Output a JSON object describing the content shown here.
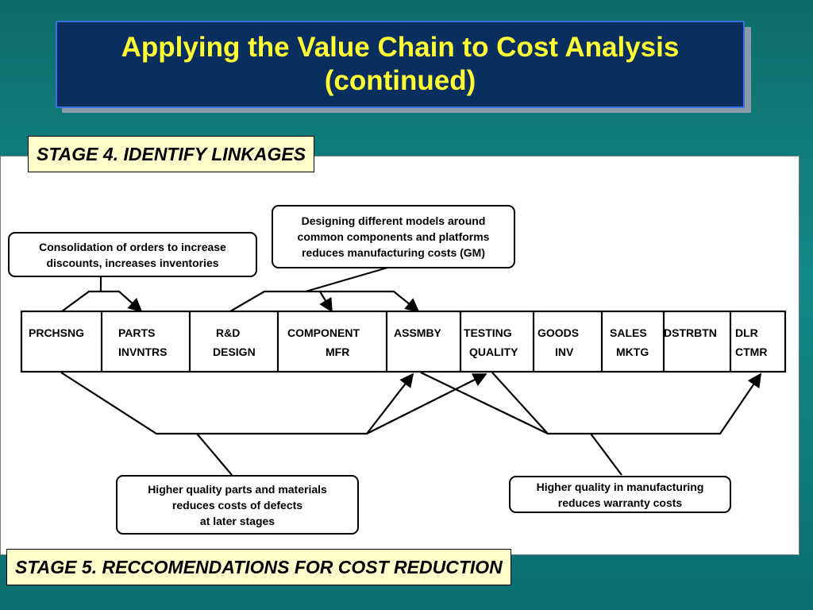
{
  "title": {
    "line1": "Applying the Value Chain to Cost Analysis",
    "line2": "(continued)"
  },
  "stage4": "STAGE 4. IDENTIFY LINKAGES",
  "stage5": "STAGE 5. RECCOMENDATIONS FOR COST REDUCTION",
  "callouts": {
    "consolidation": [
      "Consolidation of orders to increase",
      "discounts, increases inventories"
    ],
    "models": [
      "Designing different models around",
      "common components and platforms",
      "reduces manufacturing costs (GM)"
    ],
    "parts": [
      "Higher quality parts and materials",
      "reduces costs of defects",
      "at later stages"
    ],
    "mfg": [
      "Higher quality in manufacturing",
      "reduces warranty costs"
    ]
  },
  "chain": [
    {
      "l1": "PRCHSNG",
      "l2": ""
    },
    {
      "l1": "PARTS",
      "l2": "INVNTRS"
    },
    {
      "l1": "R&D",
      "l2": "DESIGN"
    },
    {
      "l1": "COMPONENT",
      "l2": "MFR"
    },
    {
      "l1": "ASSMBY",
      "l2": ""
    },
    {
      "l1": "TESTING",
      "l2": "QUALITY"
    },
    {
      "l1": "GOODS",
      "l2": "INV"
    },
    {
      "l1": "SALES",
      "l2": "MKTG"
    },
    {
      "l1": "DSTRBTN",
      "l2": ""
    },
    {
      "l1": "DLR",
      "l2": "CTMR"
    }
  ]
}
